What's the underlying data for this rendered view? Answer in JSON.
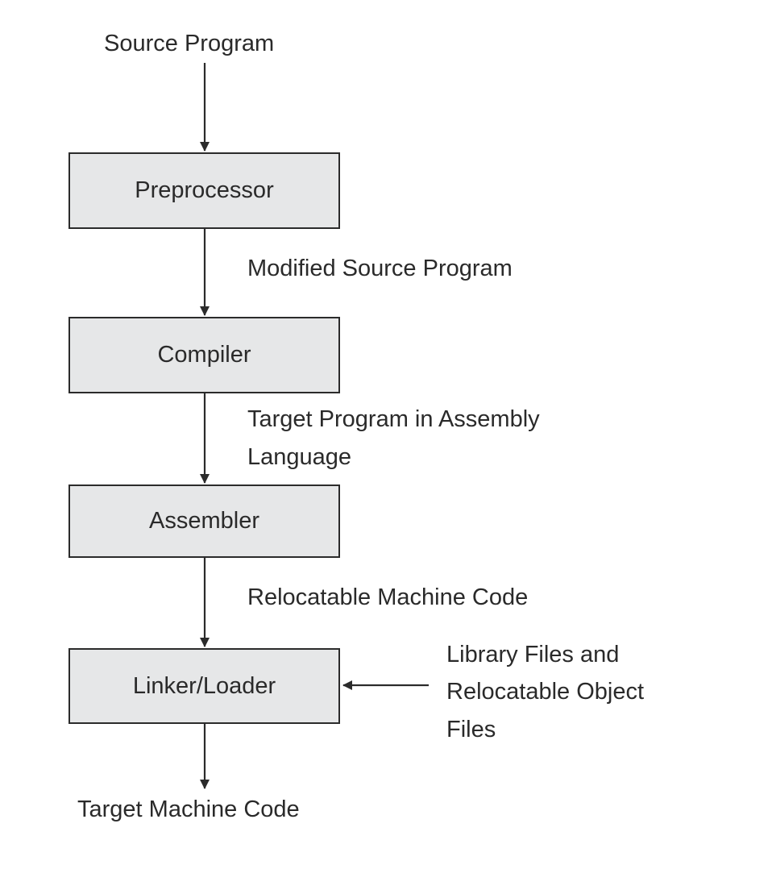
{
  "diagram": {
    "input_label": "Source Program",
    "output_label": "Target Machine Code",
    "stages": [
      {
        "name": "Preprocessor"
      },
      {
        "name": "Compiler"
      },
      {
        "name": "Assembler"
      },
      {
        "name": "Linker/Loader"
      }
    ],
    "flow_labels": [
      "Modified Source Program",
      "Target Program in Assembly",
      "Language",
      "Relocatable Machine Code"
    ],
    "side_input_lines": [
      "Library Files and",
      "Relocatable Object",
      "Files"
    ],
    "colors": {
      "box_fill": "#e6e7e8",
      "stroke": "#2b2b2b",
      "text": "#2a2a2a"
    }
  }
}
